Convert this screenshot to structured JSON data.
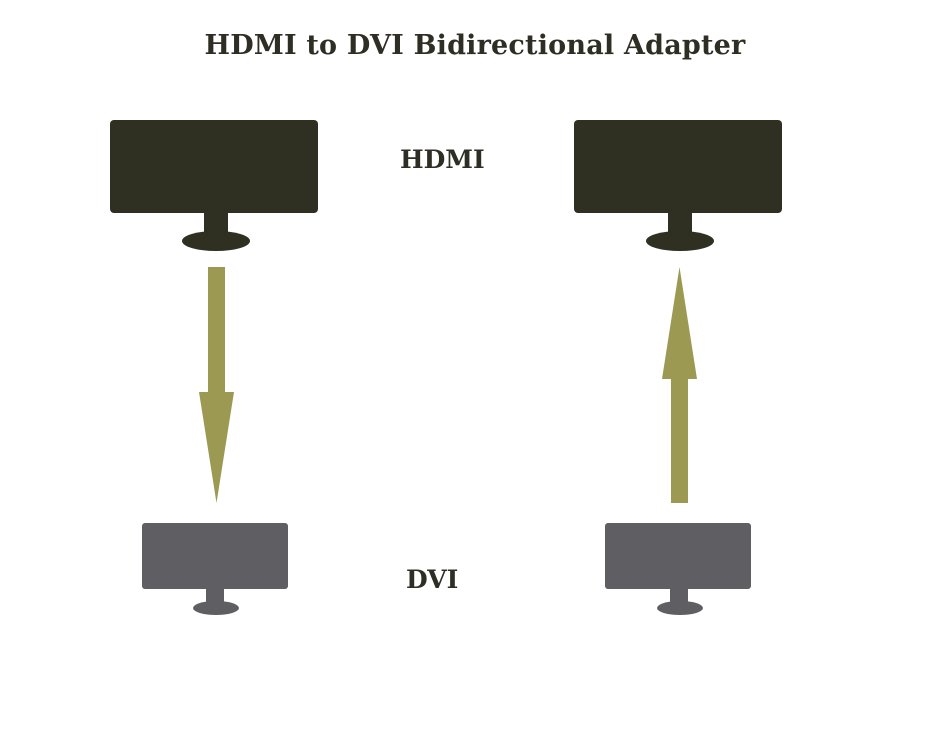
{
  "title": "HDMI to DVI Bidirectional Adapter",
  "labels": {
    "hdmi": "HDMI",
    "dvi": "DVI"
  },
  "colors": {
    "hdmi_monitor": "#2f2f22",
    "dvi_monitor": "#5f5e63",
    "arrow": "#9c9a52",
    "text": "#2e2e24"
  },
  "flows": [
    {
      "from": "HDMI",
      "to": "DVI",
      "direction": "down"
    },
    {
      "from": "DVI",
      "to": "HDMI",
      "direction": "up"
    }
  ]
}
